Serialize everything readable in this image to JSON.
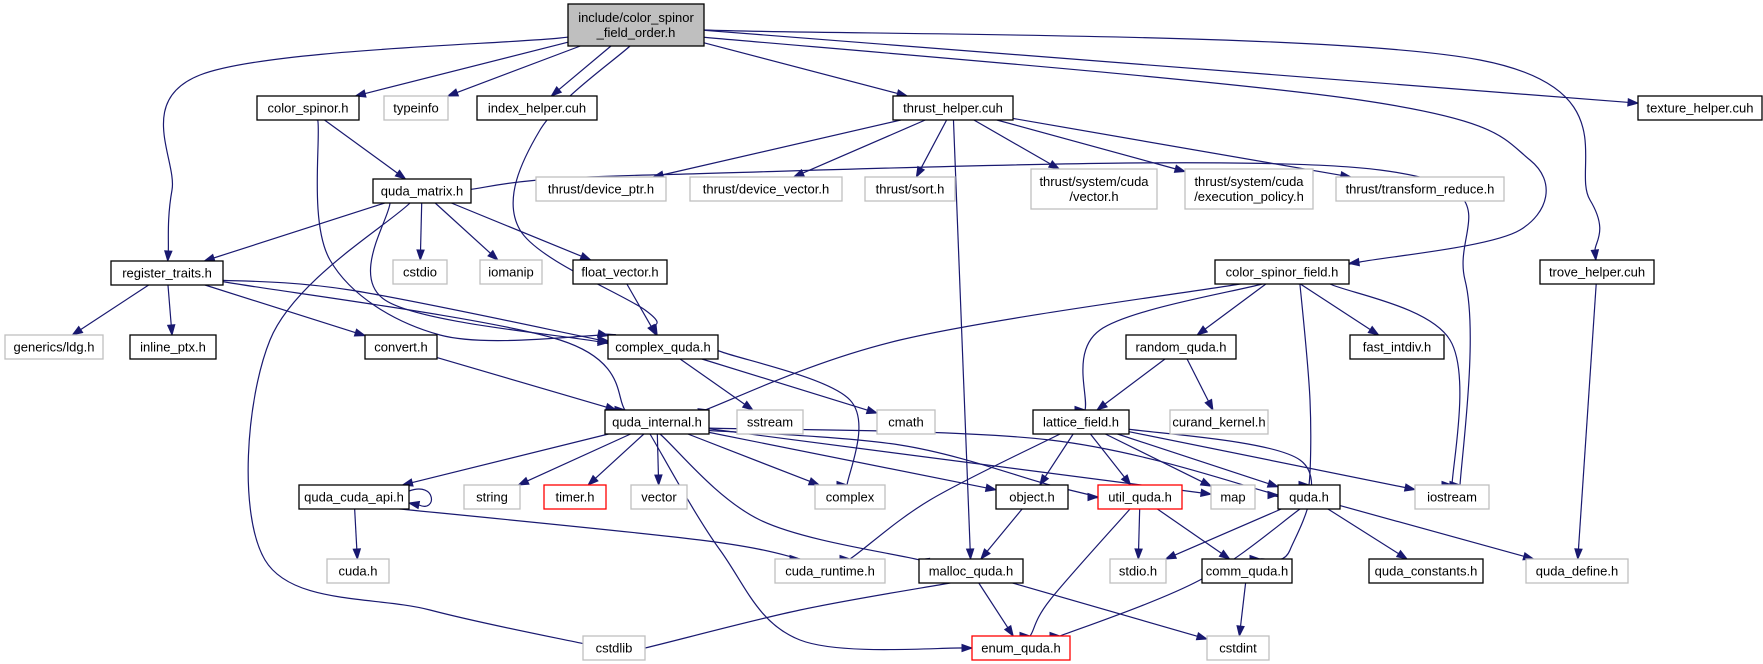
{
  "diagram": {
    "colors": {
      "edge": "#191970",
      "node_border_documented": "#000000",
      "node_border_external": "#bfbfbf",
      "node_border_incomplete": "#ff0000",
      "root_fill": "#bfbfbf",
      "node_fill": "#ffffff",
      "text": "#000000"
    },
    "nodes": [
      {
        "id": "root",
        "lines": [
          "include/color_spinor",
          "_field_order.h"
        ],
        "kind": "root"
      },
      {
        "id": "color_spinor_h",
        "lines": [
          "color_spinor.h"
        ],
        "kind": "documented"
      },
      {
        "id": "typeinfo",
        "lines": [
          "typeinfo"
        ],
        "kind": "external"
      },
      {
        "id": "index_helper",
        "lines": [
          "index_helper.cuh"
        ],
        "kind": "documented"
      },
      {
        "id": "thrust_helper",
        "lines": [
          "thrust_helper.cuh"
        ],
        "kind": "documented"
      },
      {
        "id": "texture_helper",
        "lines": [
          "texture_helper.cuh"
        ],
        "kind": "documented"
      },
      {
        "id": "quda_matrix",
        "lines": [
          "quda_matrix.h"
        ],
        "kind": "documented"
      },
      {
        "id": "device_ptr",
        "lines": [
          "thrust/device_ptr.h"
        ],
        "kind": "external"
      },
      {
        "id": "device_vector",
        "lines": [
          "thrust/device_vector.h"
        ],
        "kind": "external"
      },
      {
        "id": "sort",
        "lines": [
          "thrust/sort.h"
        ],
        "kind": "external"
      },
      {
        "id": "sys_vector",
        "lines": [
          "thrust/system/cuda",
          "/vector.h"
        ],
        "kind": "external"
      },
      {
        "id": "exec_policy",
        "lines": [
          "thrust/system/cuda",
          "/execution_policy.h"
        ],
        "kind": "external"
      },
      {
        "id": "transform_reduce",
        "lines": [
          "thrust/transform_reduce.h"
        ],
        "kind": "external"
      },
      {
        "id": "register_traits",
        "lines": [
          "register_traits.h"
        ],
        "kind": "documented"
      },
      {
        "id": "cstdio",
        "lines": [
          "cstdio"
        ],
        "kind": "external"
      },
      {
        "id": "iomanip",
        "lines": [
          "iomanip"
        ],
        "kind": "external"
      },
      {
        "id": "float_vector",
        "lines": [
          "float_vector.h"
        ],
        "kind": "documented"
      },
      {
        "id": "color_spinor_field",
        "lines": [
          "color_spinor_field.h"
        ],
        "kind": "documented"
      },
      {
        "id": "trove_helper",
        "lines": [
          "trove_helper.cuh"
        ],
        "kind": "documented"
      },
      {
        "id": "generics_ldg",
        "lines": [
          "generics/ldg.h"
        ],
        "kind": "external"
      },
      {
        "id": "inline_ptx",
        "lines": [
          "inline_ptx.h"
        ],
        "kind": "documented"
      },
      {
        "id": "convert",
        "lines": [
          "convert.h"
        ],
        "kind": "documented"
      },
      {
        "id": "complex_quda",
        "lines": [
          "complex_quda.h"
        ],
        "kind": "documented"
      },
      {
        "id": "random_quda",
        "lines": [
          "random_quda.h"
        ],
        "kind": "documented"
      },
      {
        "id": "fast_intdiv",
        "lines": [
          "fast_intdiv.h"
        ],
        "kind": "documented"
      },
      {
        "id": "quda_internal",
        "lines": [
          "quda_internal.h"
        ],
        "kind": "documented"
      },
      {
        "id": "sstream",
        "lines": [
          "sstream"
        ],
        "kind": "external"
      },
      {
        "id": "cmath",
        "lines": [
          "cmath"
        ],
        "kind": "external"
      },
      {
        "id": "curand_kernel",
        "lines": [
          "curand_kernel.h"
        ],
        "kind": "external"
      },
      {
        "id": "lattice_field",
        "lines": [
          "lattice_field.h"
        ],
        "kind": "documented"
      },
      {
        "id": "quda_cuda_api",
        "lines": [
          "quda_cuda_api.h"
        ],
        "kind": "documented"
      },
      {
        "id": "string",
        "lines": [
          "string"
        ],
        "kind": "external"
      },
      {
        "id": "timer",
        "lines": [
          "timer.h"
        ],
        "kind": "incomplete"
      },
      {
        "id": "vector",
        "lines": [
          "vector"
        ],
        "kind": "external"
      },
      {
        "id": "complex",
        "lines": [
          "complex"
        ],
        "kind": "external"
      },
      {
        "id": "object",
        "lines": [
          "object.h"
        ],
        "kind": "documented"
      },
      {
        "id": "util_quda",
        "lines": [
          "util_quda.h"
        ],
        "kind": "incomplete"
      },
      {
        "id": "map",
        "lines": [
          "map"
        ],
        "kind": "external"
      },
      {
        "id": "quda_h",
        "lines": [
          "quda.h"
        ],
        "kind": "documented"
      },
      {
        "id": "iostream",
        "lines": [
          "iostream"
        ],
        "kind": "external"
      },
      {
        "id": "cuda_h",
        "lines": [
          "cuda.h"
        ],
        "kind": "external"
      },
      {
        "id": "cuda_runtime",
        "lines": [
          "cuda_runtime.h"
        ],
        "kind": "external"
      },
      {
        "id": "malloc_quda",
        "lines": [
          "malloc_quda.h"
        ],
        "kind": "documented"
      },
      {
        "id": "stdio",
        "lines": [
          "stdio.h"
        ],
        "kind": "external"
      },
      {
        "id": "comm_quda",
        "lines": [
          "comm_quda.h"
        ],
        "kind": "documented"
      },
      {
        "id": "quda_constants",
        "lines": [
          "quda_constants.h"
        ],
        "kind": "documented"
      },
      {
        "id": "quda_define",
        "lines": [
          "quda_define.h"
        ],
        "kind": "external"
      },
      {
        "id": "cstdlib",
        "lines": [
          "cstdlib"
        ],
        "kind": "external"
      },
      {
        "id": "enum_quda",
        "lines": [
          "enum_quda.h"
        ],
        "kind": "incomplete"
      },
      {
        "id": "cstdint",
        "lines": [
          "cstdint"
        ],
        "kind": "external"
      }
    ],
    "edges": [
      [
        "root",
        "color_spinor_h"
      ],
      [
        "root",
        "typeinfo"
      ],
      [
        "root",
        "index_helper"
      ],
      [
        "root",
        "thrust_helper"
      ],
      [
        "root",
        "texture_helper"
      ],
      [
        "root",
        "register_traits"
      ],
      [
        "root",
        "complex_quda"
      ],
      [
        "root",
        "color_spinor_field"
      ],
      [
        "root",
        "trove_helper"
      ],
      [
        "color_spinor_h",
        "quda_matrix"
      ],
      [
        "color_spinor_h",
        "complex_quda"
      ],
      [
        "thrust_helper",
        "device_ptr"
      ],
      [
        "thrust_helper",
        "device_vector"
      ],
      [
        "thrust_helper",
        "sort"
      ],
      [
        "thrust_helper",
        "sys_vector"
      ],
      [
        "thrust_helper",
        "exec_policy"
      ],
      [
        "thrust_helper",
        "transform_reduce"
      ],
      [
        "thrust_helper",
        "malloc_quda"
      ],
      [
        "quda_matrix",
        "register_traits"
      ],
      [
        "quda_matrix",
        "cstdio"
      ],
      [
        "quda_matrix",
        "iomanip"
      ],
      [
        "quda_matrix",
        "float_vector"
      ],
      [
        "quda_matrix",
        "complex_quda"
      ],
      [
        "quda_matrix",
        "iostream"
      ],
      [
        "quda_matrix",
        "cstdlib"
      ],
      [
        "float_vector",
        "complex_quda"
      ],
      [
        "register_traits",
        "generics_ldg"
      ],
      [
        "register_traits",
        "inline_ptx"
      ],
      [
        "register_traits",
        "convert"
      ],
      [
        "register_traits",
        "complex_quda"
      ],
      [
        "register_traits",
        "quda_internal"
      ],
      [
        "convert",
        "quda_internal"
      ],
      [
        "complex_quda",
        "sstream"
      ],
      [
        "complex_quda",
        "cmath"
      ],
      [
        "complex_quda",
        "complex"
      ],
      [
        "color_spinor_field",
        "quda_internal"
      ],
      [
        "color_spinor_field",
        "random_quda"
      ],
      [
        "color_spinor_field",
        "fast_intdiv"
      ],
      [
        "color_spinor_field",
        "lattice_field"
      ],
      [
        "color_spinor_field",
        "quda_h"
      ],
      [
        "color_spinor_field",
        "iostream"
      ],
      [
        "random_quda",
        "lattice_field"
      ],
      [
        "random_quda",
        "curand_kernel"
      ],
      [
        "trove_helper",
        "quda_define"
      ],
      [
        "quda_internal",
        "quda_cuda_api"
      ],
      [
        "quda_internal",
        "string"
      ],
      [
        "quda_internal",
        "timer"
      ],
      [
        "quda_internal",
        "vector"
      ],
      [
        "quda_internal",
        "complex"
      ],
      [
        "quda_internal",
        "object"
      ],
      [
        "quda_internal",
        "util_quda"
      ],
      [
        "quda_internal",
        "map"
      ],
      [
        "quda_internal",
        "quda_h"
      ],
      [
        "quda_internal",
        "malloc_quda"
      ],
      [
        "quda_internal",
        "enum_quda"
      ],
      [
        "lattice_field",
        "object"
      ],
      [
        "lattice_field",
        "util_quda"
      ],
      [
        "lattice_field",
        "map"
      ],
      [
        "lattice_field",
        "quda_h"
      ],
      [
        "lattice_field",
        "iostream"
      ],
      [
        "lattice_field",
        "comm_quda"
      ],
      [
        "lattice_field",
        "cuda_runtime"
      ],
      [
        "quda_cuda_api",
        "quda_cuda_api"
      ],
      [
        "quda_cuda_api",
        "cuda_h"
      ],
      [
        "quda_cuda_api",
        "cuda_runtime"
      ],
      [
        "object",
        "malloc_quda"
      ],
      [
        "util_quda",
        "stdio"
      ],
      [
        "util_quda",
        "comm_quda"
      ],
      [
        "util_quda",
        "enum_quda"
      ],
      [
        "quda_h",
        "stdio"
      ],
      [
        "quda_h",
        "enum_quda"
      ],
      [
        "quda_h",
        "quda_constants"
      ],
      [
        "quda_h",
        "quda_define"
      ],
      [
        "malloc_quda",
        "cstdlib"
      ],
      [
        "malloc_quda",
        "enum_quda"
      ],
      [
        "malloc_quda",
        "cstdint"
      ],
      [
        "comm_quda",
        "cstdint"
      ]
    ]
  }
}
